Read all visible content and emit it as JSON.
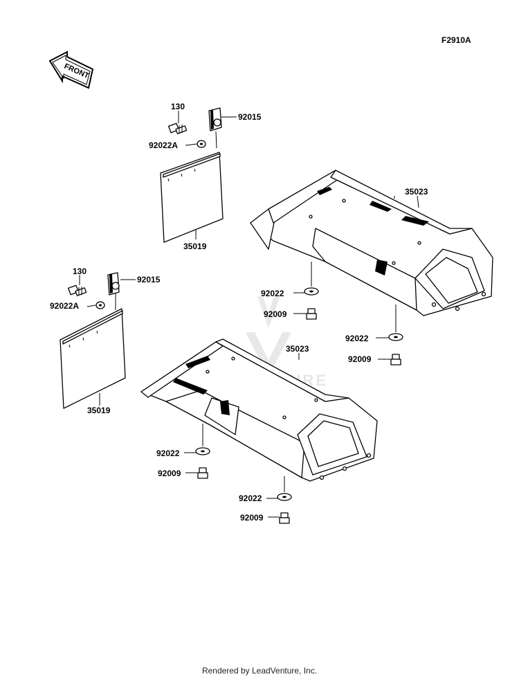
{
  "diagram_code": "F2910A",
  "front_label": "FRONT",
  "watermark_text": "LEADVENTURE",
  "footer_text": "Rendered by LeadVenture, Inc.",
  "labels": {
    "part_130_upper": "130",
    "part_92015_upper": "92015",
    "part_92022A_upper": "92022A",
    "part_35019_upper": "35019",
    "part_130_lower": "130",
    "part_92015_lower": "92015",
    "part_92022A_lower": "92022A",
    "part_35019_lower": "35019",
    "part_35023_right": "35023",
    "part_35023_left": "35023",
    "part_92022_r1": "92022",
    "part_92009_r1": "92009",
    "part_92022_r2": "92022",
    "part_92009_r2": "92009",
    "part_92022_l1": "92022",
    "part_92009_l1": "92009",
    "part_92022_l2": "92022",
    "part_92009_l2": "92009"
  }
}
